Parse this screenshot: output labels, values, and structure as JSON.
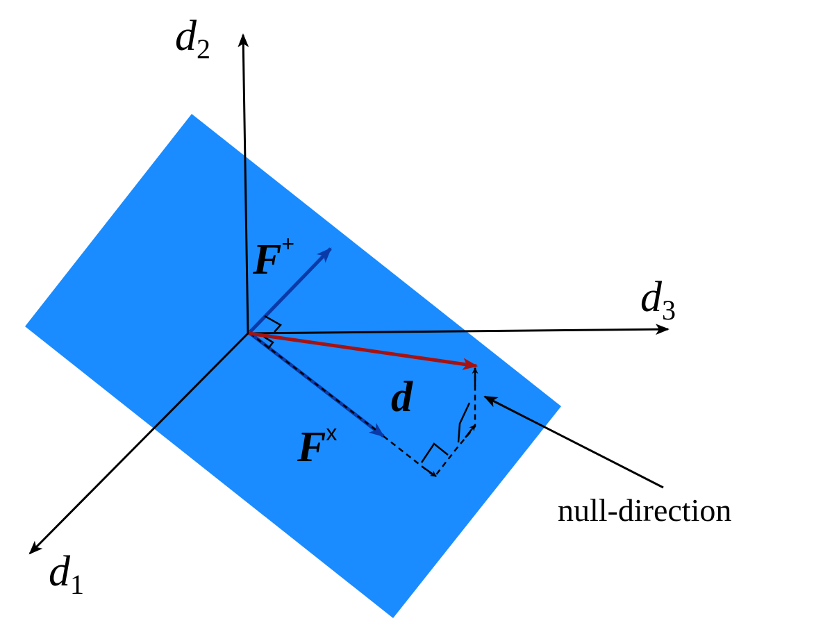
{
  "colors": {
    "plane": "#1a8cff",
    "axis": "#000000",
    "vector_d": "#a61212",
    "vector_F": "#0a3aa8",
    "dashed": "#000000"
  },
  "labels": {
    "d1": {
      "base": "d",
      "sub": "1"
    },
    "d2": {
      "base": "d",
      "sub": "2"
    },
    "d3": {
      "base": "d",
      "sub": "3"
    },
    "f_plus": {
      "base": "F",
      "sup": "+"
    },
    "f_cross": {
      "base": "F",
      "sup": "x"
    },
    "d_vector": "d",
    "null_direction": "null-direction"
  }
}
